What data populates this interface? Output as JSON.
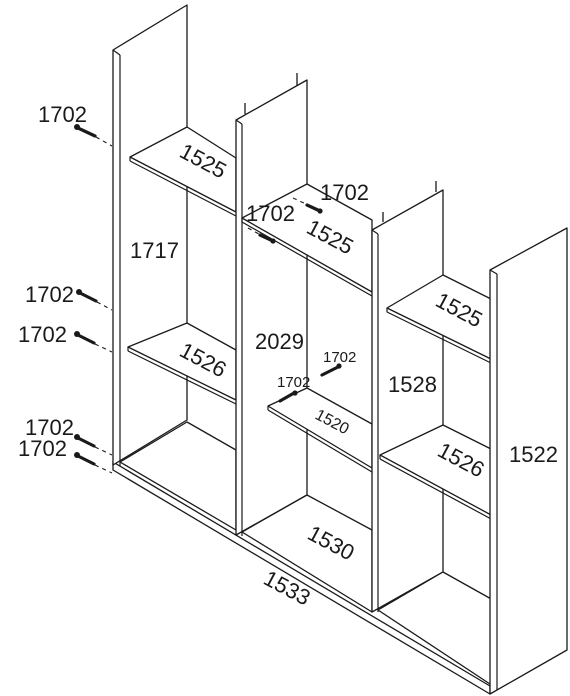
{
  "part_labels": {
    "side_left": "1717",
    "side_center": "2029",
    "side_third": "1528",
    "side_right": "1522",
    "base_plinth": "1533",
    "bottom_center": "1530",
    "shelf_top_left": "1525",
    "shelf_top_center": "1525",
    "shelf_top_right": "1525",
    "shelf_mid_left": "1526",
    "shelf_mid_center": "1520",
    "shelf_mid_right": "1526"
  },
  "fastener_label": "1702",
  "colors": {
    "line": "#1a1a1a",
    "background": "#ffffff"
  }
}
